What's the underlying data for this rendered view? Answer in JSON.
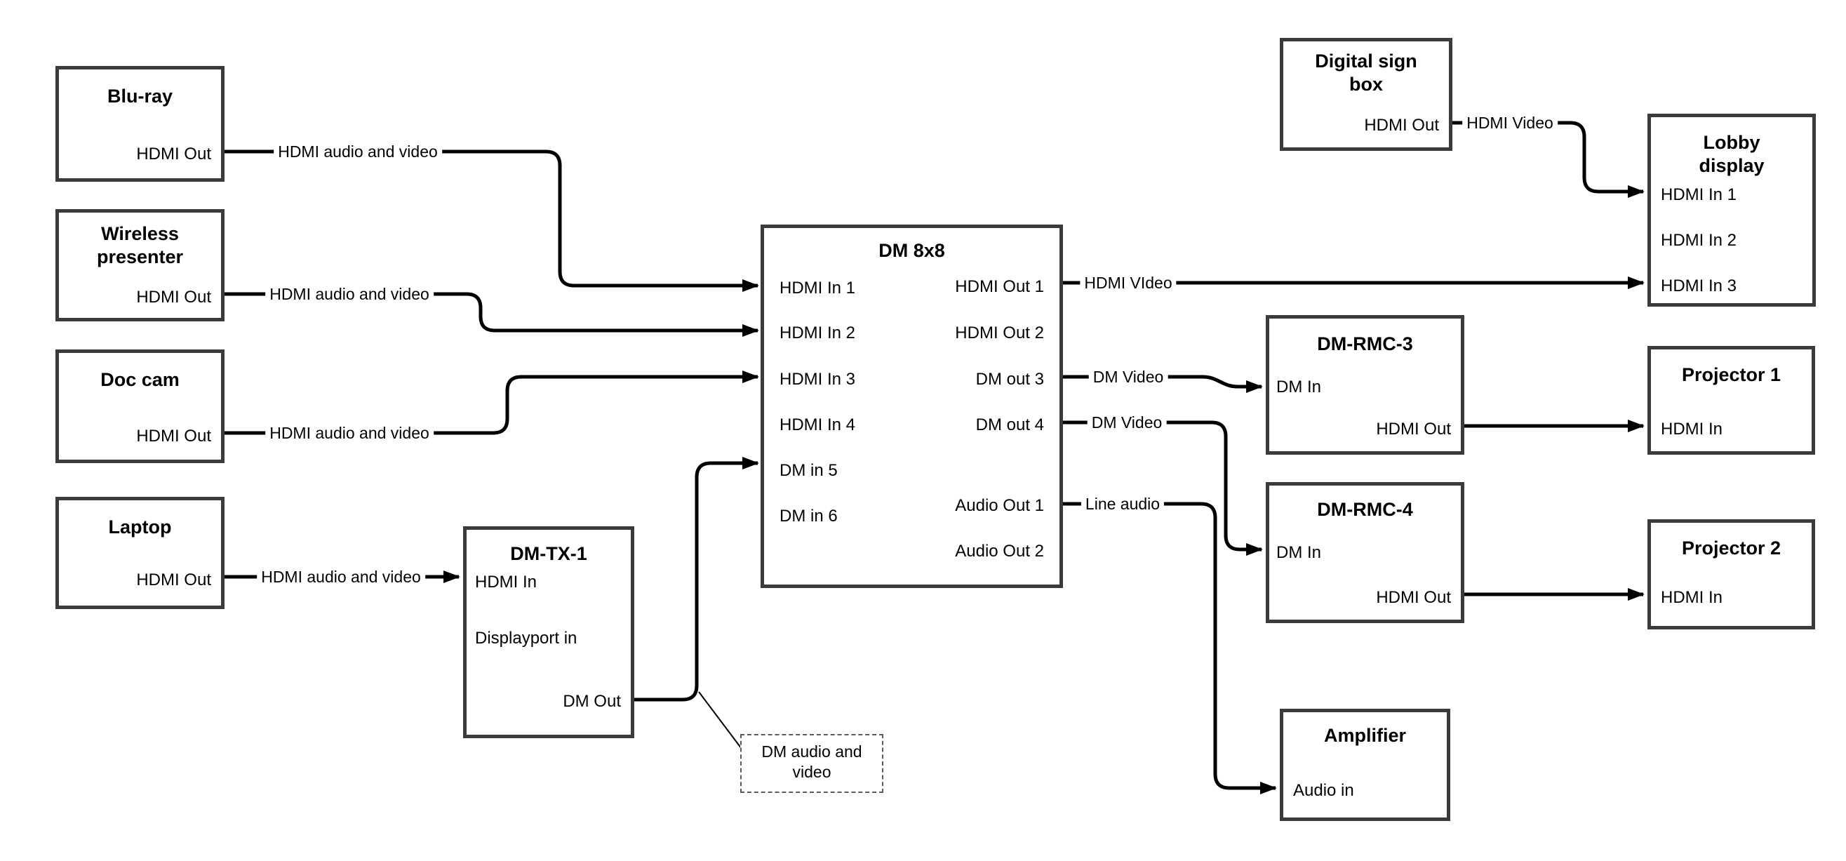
{
  "colors": {
    "background": "#ffffff",
    "box_border": "#3b3b3b",
    "connector_line": "#000000",
    "text": "#000000",
    "note_border": "#5a5a5a"
  },
  "boxes": {
    "bluray": {
      "title": "Blu-ray",
      "ports": {
        "hdmi_out": "HDMI Out"
      }
    },
    "wireless_presenter": {
      "title": "Wireless presenter",
      "ports": {
        "hdmi_out": "HDMI Out"
      }
    },
    "doc_cam": {
      "title": "Doc cam",
      "ports": {
        "hdmi_out": "HDMI Out"
      }
    },
    "laptop": {
      "title": "Laptop",
      "ports": {
        "hdmi_out": "HDMI Out"
      }
    },
    "dm_tx_1": {
      "title": "DM-TX-1",
      "ports": {
        "hdmi_in": "HDMI In",
        "displayport_in": "Displayport in",
        "dm_out": "DM Out"
      }
    },
    "dm_8x8": {
      "title": "DM 8x8",
      "ports": {
        "hdmi_in_1": "HDMI In 1",
        "hdmi_in_2": "HDMI In 2",
        "hdmi_in_3": "HDMI In 3",
        "hdmi_in_4": "HDMI In 4",
        "dm_in_5": "DM in 5",
        "dm_in_6": "DM in 6",
        "hdmi_out_1": "HDMI Out 1",
        "hdmi_out_2": "HDMI Out 2",
        "dm_out_3": "DM out 3",
        "dm_out_4": "DM out 4",
        "audio_out_1": "Audio Out 1",
        "audio_out_2": "Audio Out 2"
      }
    },
    "digital_sign_box": {
      "title": "Digital sign box",
      "ports": {
        "hdmi_out": "HDMI Out"
      }
    },
    "lobby_display": {
      "title": "Lobby display",
      "ports": {
        "hdmi_in_1": "HDMI In 1",
        "hdmi_in_2": "HDMI In 2",
        "hdmi_in_3": "HDMI In 3"
      }
    },
    "dm_rmc_3": {
      "title": "DM-RMC-3",
      "ports": {
        "dm_in": "DM In",
        "hdmi_out": "HDMI Out"
      }
    },
    "projector_1": {
      "title": "Projector 1",
      "ports": {
        "hdmi_in": "HDMI In"
      }
    },
    "dm_rmc_4": {
      "title": "DM-RMC-4",
      "ports": {
        "dm_in": "DM In",
        "hdmi_out": "HDMI Out"
      }
    },
    "projector_2": {
      "title": "Projector 2",
      "ports": {
        "hdmi_in": "HDMI In"
      }
    },
    "amplifier": {
      "title": "Amplifier",
      "ports": {
        "audio_in": "Audio in"
      }
    }
  },
  "connection_labels": {
    "bluray_to_dm8x8": "HDMI audio and video",
    "wireless_to_dm8x8": "HDMI audio and video",
    "doccam_to_dm8x8": "HDMI audio and video",
    "laptop_to_dmtx1": "HDMI audio and video",
    "dm8x8_to_lobby": "HDMI VIdeo",
    "dm8x8_to_rmc3": "DM Video",
    "dm8x8_to_rmc4": "DM Video",
    "dm8x8_to_amplifier": "Line audio",
    "sign_to_lobby": "HDMI Video"
  },
  "note": {
    "text": "DM audio and video"
  }
}
